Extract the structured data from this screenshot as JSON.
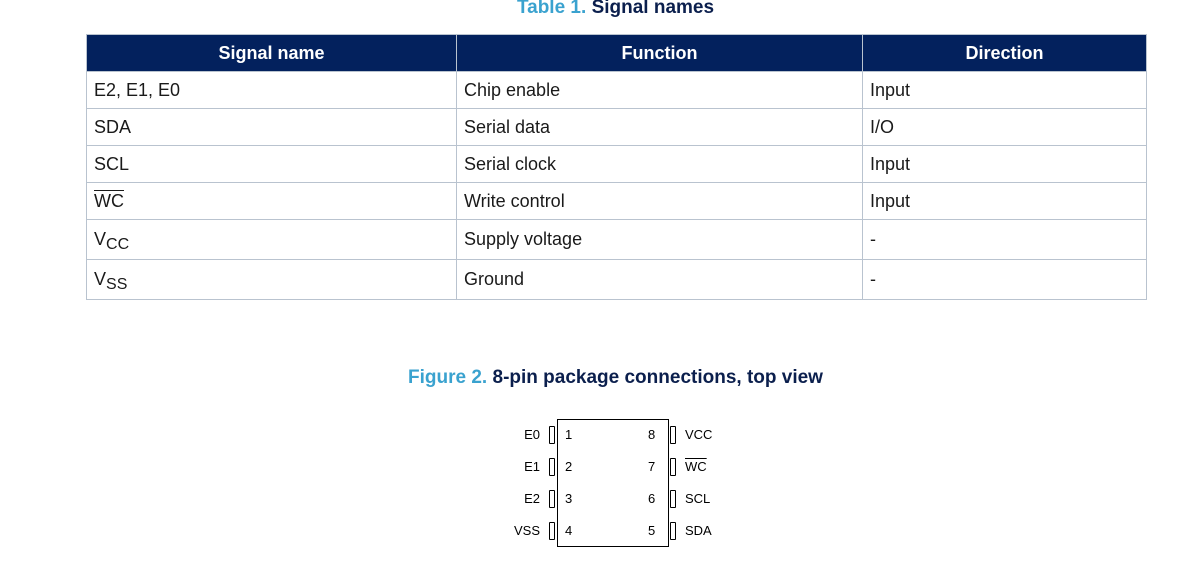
{
  "table": {
    "caption_number": "Table 1.",
    "caption_title": "Signal names",
    "headers": [
      "Signal name",
      "Function",
      "Direction"
    ],
    "rows": [
      {
        "signal": "E2, E1, E0",
        "function": "Chip enable",
        "direction": "Input"
      },
      {
        "signal": "SDA",
        "function": "Serial data",
        "direction": "I/O"
      },
      {
        "signal": "SCL",
        "function": "Serial clock",
        "direction": "Input"
      },
      {
        "signal": "WC",
        "function": "Write control",
        "direction": "Input"
      },
      {
        "signal_main": "V",
        "signal_sub": "CC",
        "function": "Supply voltage",
        "direction": "-"
      },
      {
        "signal_main": "V",
        "signal_sub": "SS",
        "function": "Ground",
        "direction": "-"
      }
    ]
  },
  "figure": {
    "caption_number": "Figure 2.",
    "caption_title": "8-pin package connections, top view",
    "left_pins": [
      {
        "name": "E0",
        "number": "1"
      },
      {
        "name": "E1",
        "number": "2"
      },
      {
        "name": "E2",
        "number": "3"
      },
      {
        "name": "VSS",
        "number": "4"
      }
    ],
    "right_pins": [
      {
        "name": "VCC",
        "number": "8"
      },
      {
        "name": "WC",
        "number": "7"
      },
      {
        "name": "SCL",
        "number": "6"
      },
      {
        "name": "SDA",
        "number": "5"
      }
    ]
  }
}
